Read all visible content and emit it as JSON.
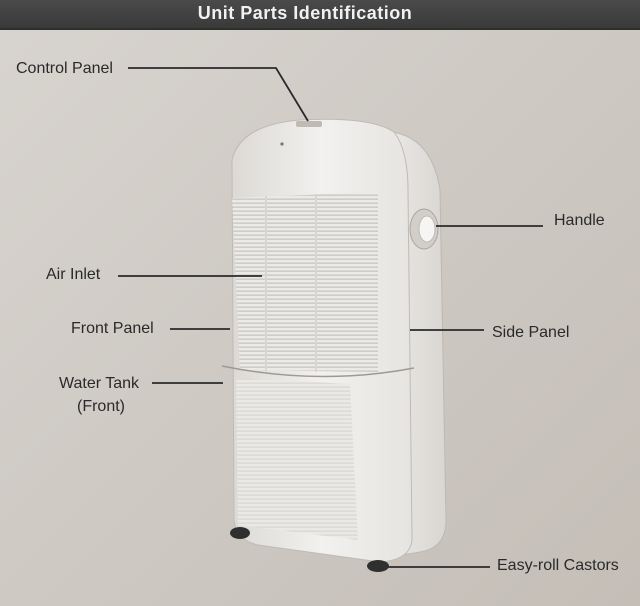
{
  "header": {
    "title": "Unit Parts Identification"
  },
  "labels": {
    "control_panel": "Control Panel",
    "handle": "Handle",
    "air_inlet": "Air Inlet",
    "front_panel": "Front Panel",
    "side_panel": "Side Panel",
    "water_tank_line1": "Water Tank",
    "water_tank_line2": "(Front)",
    "castors": "Easy-roll Castors"
  }
}
